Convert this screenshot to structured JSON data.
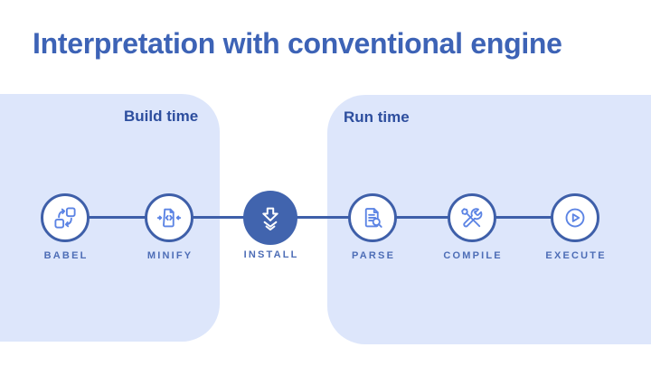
{
  "title": "Interpretation with conventional engine",
  "sections": [
    {
      "label": "Build time"
    },
    {
      "label": "Run time"
    }
  ],
  "steps": [
    {
      "label": "BABEL",
      "icon": "transform-icon",
      "section": "build-time"
    },
    {
      "label": "MINIFY",
      "icon": "minify-document-icon",
      "section": "build-time"
    },
    {
      "label": "INSTALL",
      "icon": "download-icon",
      "section": "between",
      "emphasized": true
    },
    {
      "label": "PARSE",
      "icon": "document-search-icon",
      "section": "run-time"
    },
    {
      "label": "COMPILE",
      "icon": "tools-icon",
      "section": "run-time"
    },
    {
      "label": "EXECUTE",
      "icon": "play-icon",
      "section": "run-time"
    }
  ],
  "colors": {
    "panel_bg": "#dde6fb",
    "title_color": "#3d63b6",
    "heading_color": "#2d4e9e",
    "line_color": "#3e5fa9",
    "install_fill": "#4164ae",
    "icon_stroke": "#5c84e4",
    "label_color": "#4d6db6"
  }
}
